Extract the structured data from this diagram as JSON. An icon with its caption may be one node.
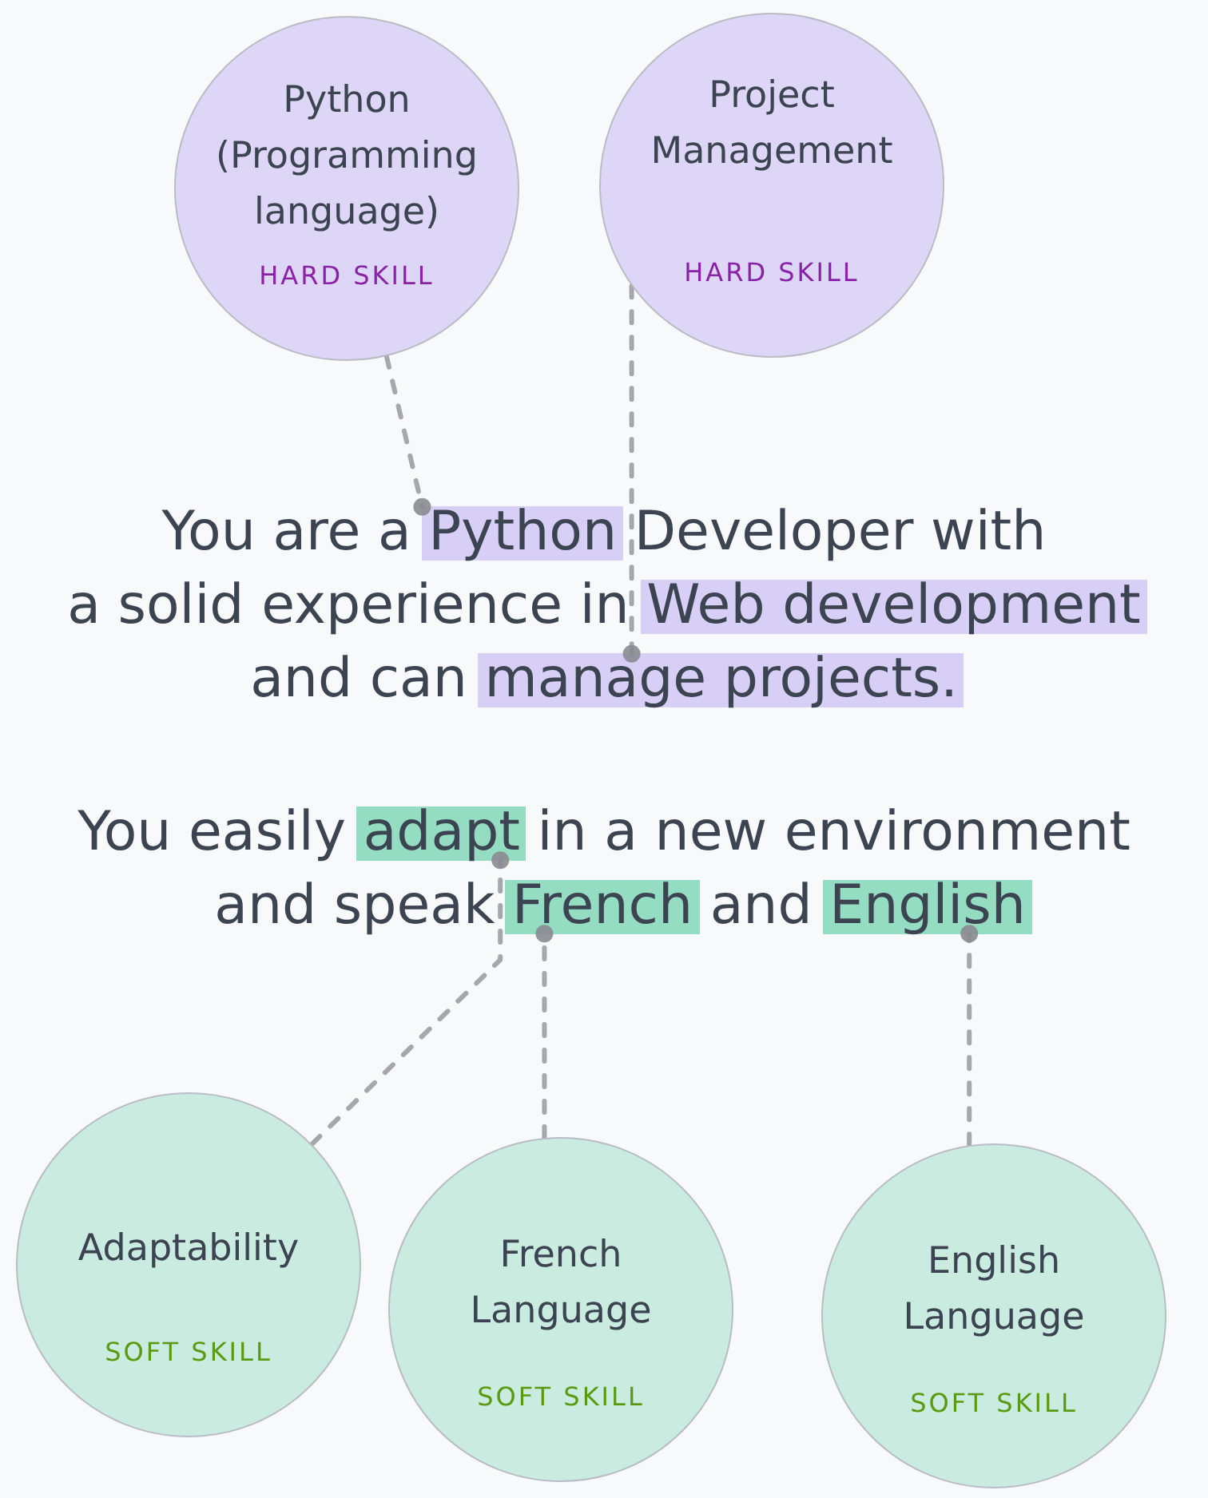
{
  "diagram": {
    "nodes": [
      {
        "text": [
          "Python (Programming language)",
          "HARD SKILL"
        ]
      },
      {
        "text": [
          "Project Management",
          "HARD SKILL"
        ]
      },
      {
        "text": [],
        "shape": "bar"
      },
      {
        "text": [],
        "shape": "bar"
      },
      {
        "text": [],
        "shape": "bar"
      },
      {
        "text": [],
        "shape": "bar"
      },
      {
        "text": [],
        "shape": "bar"
      },
      {
        "text": [],
        "shape": "bar"
      },
      {
        "text": [
          "Adaptability",
          "SOFT SKILL"
        ]
      },
      {
        "text": [
          "French Language",
          "SOFT SKILL"
        ]
      },
      {
        "text": [
          "English Language",
          "SOFT SKILL"
        ]
      }
    ],
    "edges": [
      {
        "from": 0,
        "to": 2,
        "arrow": "other",
        "style": "dashed"
      },
      {
        "from": 1,
        "to": 4,
        "arrow": "other",
        "style": "dashed"
      },
      {
        "from": 8,
        "to": 5,
        "arrow": "other",
        "style": "dashed"
      },
      {
        "from": 9,
        "to": 6,
        "arrow": "other",
        "style": "dashed"
      },
      {
        "from": 10,
        "to": 7,
        "arrow": "other",
        "style": "dashed"
      }
    ],
    "labels": [
      "You are a Python Developer with a solid experience in Web development and can manage projects.",
      "You easily adapt in a new environment and speak French and English"
    ]
  }
}
